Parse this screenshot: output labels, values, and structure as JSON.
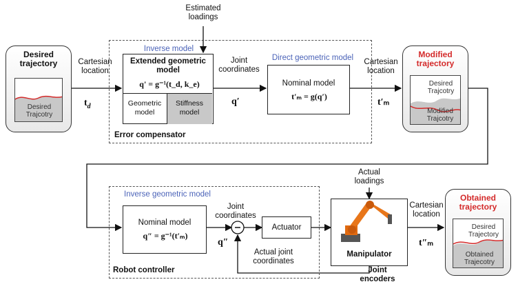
{
  "top": {
    "estimated_loadings": "Estimated loadings",
    "desired_trajectory": {
      "title": "Desired trajectory",
      "inner": "Desired Trajcotry"
    },
    "cartesian_location_1": "Cartesian location",
    "td": "t",
    "td_sub": "d",
    "error_compensator": {
      "label": "Error compensator",
      "inverse_model": "Inverse model",
      "extended_title": "Extended geometric model",
      "extended_eq": "q' = g⁻¹(t_d, k_e)",
      "geometric_model": "Geometric model",
      "stiffness_model": "Stiffness model"
    },
    "joint_coordinates": "Joint coordinates",
    "q_prime": "q′",
    "direct_geometric_model": "Direct geometric model",
    "nominal_model": {
      "title": "Nominal model",
      "eq": "t′ₘ = g(q′)"
    },
    "cartesian_location_2": "Cartesian location",
    "tm_prime": "t′ₘ",
    "modified_trajectory": {
      "title": "Modified trajectory",
      "desired": "Desired Trajcotry",
      "modified": "Modified Trajcotry"
    }
  },
  "bottom": {
    "actual_loadings": "Actual loadings",
    "robot_controller": {
      "label": "Robot controller",
      "inverse_geometric_model": "Inverse geometric model",
      "nominal_model_title": "Nominal model",
      "nominal_model_eq": "q″ = g⁻¹(t′ₘ)"
    },
    "joint_coordinates": "Joint coordinates",
    "q_double": "q″",
    "actuator": "Actuator",
    "actual_joint_coordinates": "Actual joint coordinates",
    "manipulator": "Manipulator",
    "joint_encoders": "Joint encoders",
    "cartesian_location": "Cartesian location",
    "tm_double": "t″ₘ",
    "obtained_trajectory": {
      "title": "Obtained trajectory",
      "desired": "Desired Trajectory",
      "obtained": "Obtained Trajecotry"
    }
  },
  "colors": {
    "blue_label": "#4b63b8",
    "red_label": "#d42a2a",
    "gray_fill": "#c8c8c8"
  }
}
